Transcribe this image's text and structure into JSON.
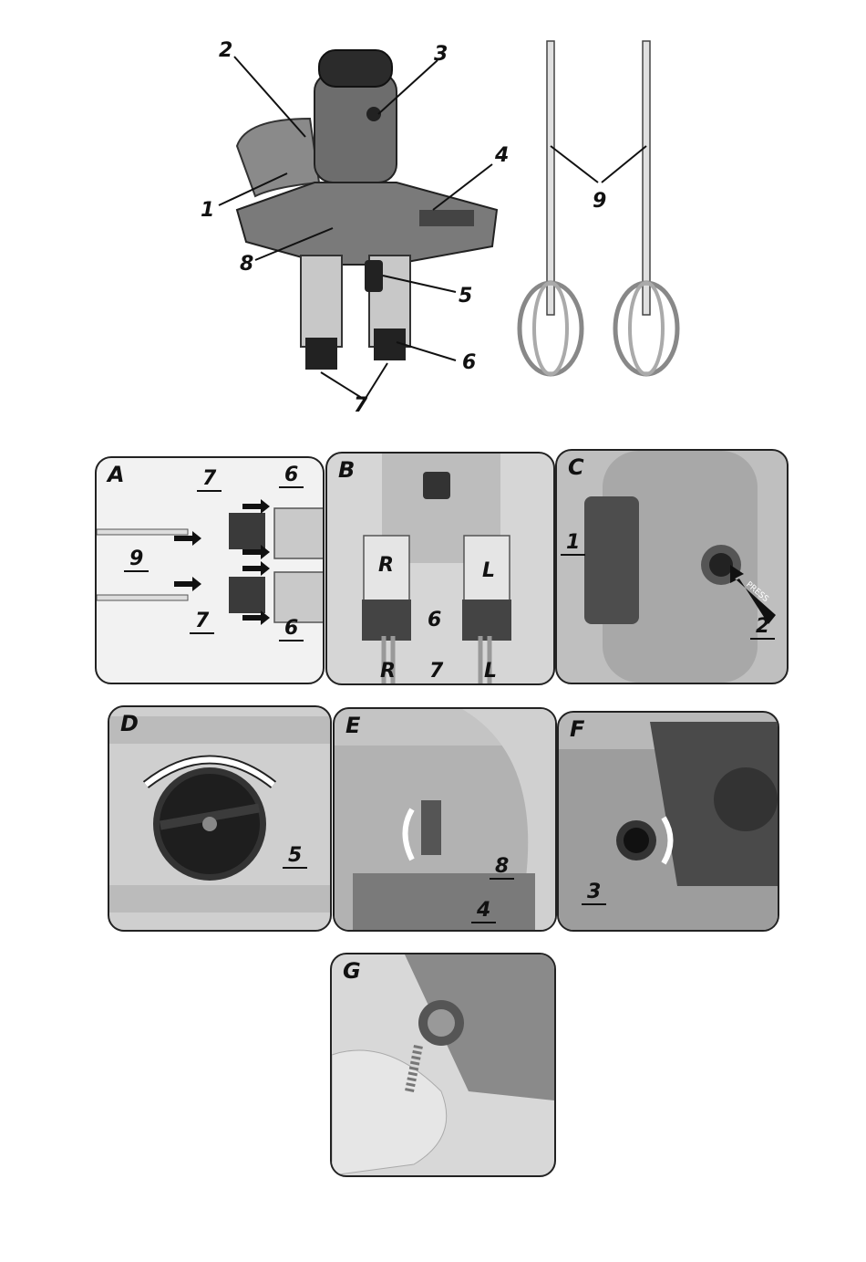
{
  "main_figure": {
    "callouts": [
      "1",
      "2",
      "3",
      "4",
      "5",
      "6",
      "7",
      "8"
    ]
  },
  "paddles_figure": {
    "callout": "9"
  },
  "panels": {
    "A": {
      "letter": "A",
      "labels": [
        "7",
        "6",
        "9",
        "7",
        "6"
      ]
    },
    "B": {
      "letter": "B",
      "labels": [
        "R",
        "L",
        "6",
        "R",
        "7",
        "L"
      ]
    },
    "C": {
      "letter": "C",
      "labels": [
        "1",
        "2"
      ],
      "button_text": "PRESS"
    },
    "D": {
      "letter": "D",
      "labels": [
        "5"
      ]
    },
    "E": {
      "letter": "E",
      "labels": [
        "8",
        "4"
      ]
    },
    "F": {
      "letter": "F",
      "labels": [
        "3"
      ]
    },
    "G": {
      "letter": "G"
    }
  }
}
